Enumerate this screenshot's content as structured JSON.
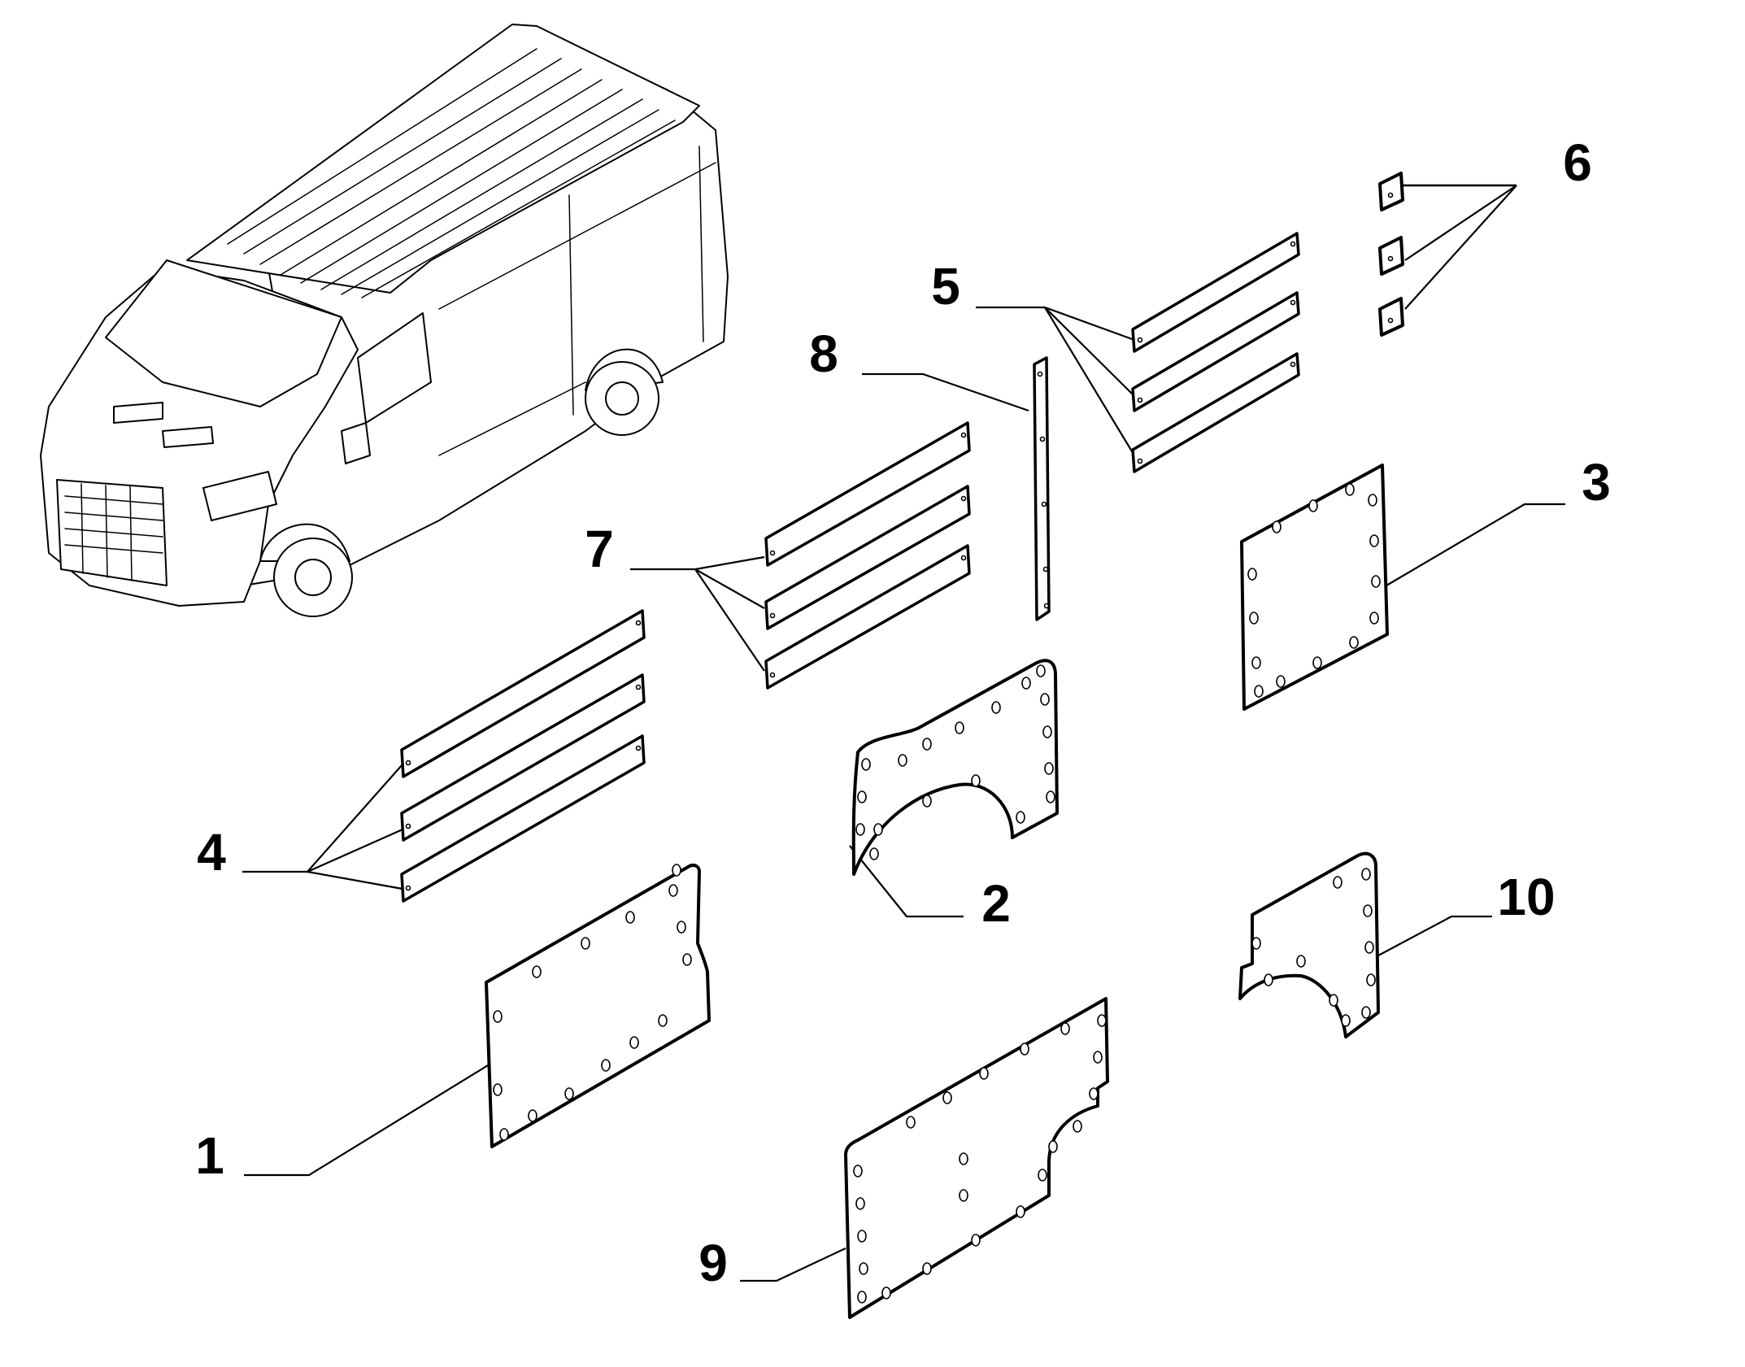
{
  "diagram": {
    "vehicle_icon": "van-illustration",
    "callouts": [
      {
        "id": "1",
        "label": "1"
      },
      {
        "id": "2",
        "label": "2"
      },
      {
        "id": "3",
        "label": "3"
      },
      {
        "id": "4",
        "label": "4"
      },
      {
        "id": "5",
        "label": "5"
      },
      {
        "id": "6",
        "label": "6"
      },
      {
        "id": "7",
        "label": "7"
      },
      {
        "id": "8",
        "label": "8"
      },
      {
        "id": "9",
        "label": "9"
      },
      {
        "id": "10",
        "label": "10"
      }
    ]
  }
}
